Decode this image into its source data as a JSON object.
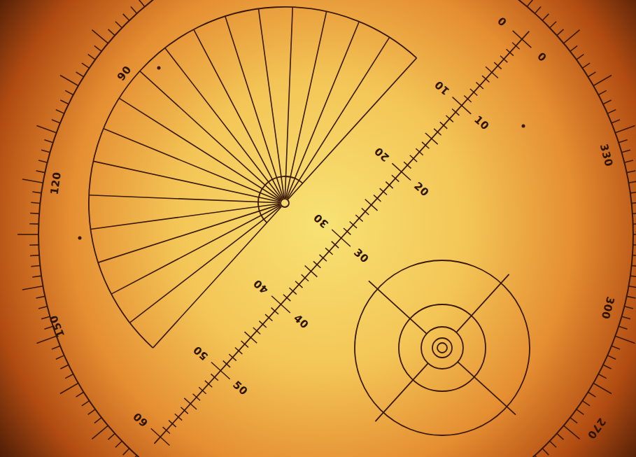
{
  "diagram": {
    "labels": [
      "90",
      "120",
      "150",
      "330",
      "300",
      "270",
      "0",
      "10",
      "20",
      "30",
      "40",
      "50",
      "60",
      "0",
      "10",
      "20",
      "30",
      "40",
      "50"
    ]
  }
}
